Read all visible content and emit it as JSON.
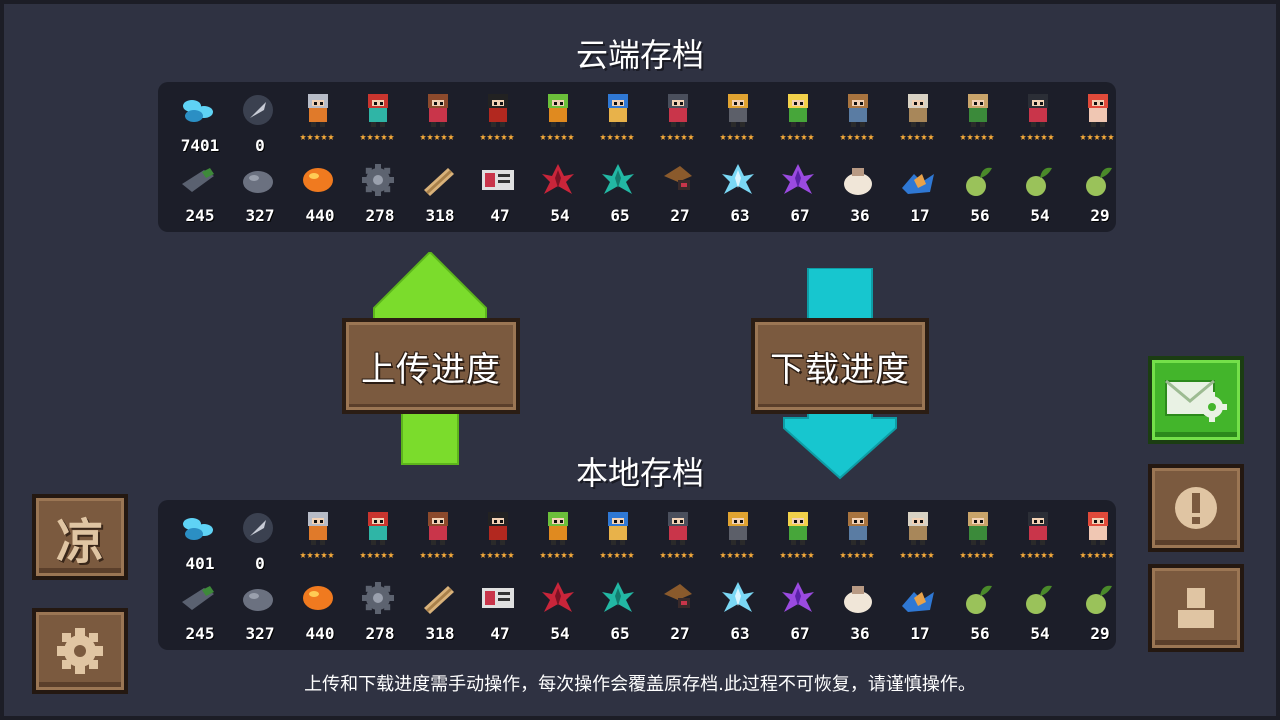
{
  "cloud_title": "云端存档",
  "local_title": "本地存档",
  "upload_label": "上传进度",
  "download_label": "下载进度",
  "footer_note": "上传和下载进度需手动操作，每次操作会覆盖原存档.此过程不可恢复，请谨慎操作。",
  "side_buttons": {
    "season_label": "凉",
    "settings_icon": "gear-icon",
    "mail_icon": "mail-gear-icon",
    "alert_icon": "exclamation-icon",
    "account_icon": "person-icon"
  },
  "colors": {
    "background": "#2f3242",
    "panel": "#1c1e29",
    "upload_arrow": "#7bdc2c",
    "download_arrow": "#17c6cf",
    "wood": "#7b5a3f",
    "green_button": "#43b52b",
    "star": "#f3a93a"
  },
  "cloud": {
    "top_row": [
      {
        "icon": "gem-icon",
        "value": "7401"
      },
      {
        "icon": "feather-coin-icon",
        "value": "0"
      },
      {
        "icon": "knight-icon",
        "stars": 5
      },
      {
        "icon": "rogue-icon",
        "stars": 5
      },
      {
        "icon": "wizard-icon",
        "stars": 5
      },
      {
        "icon": "assassin-icon",
        "stars": 5
      },
      {
        "icon": "alchemist-icon",
        "stars": 5
      },
      {
        "icon": "engineer-icon",
        "stars": 5
      },
      {
        "icon": "vampire-icon",
        "stars": 5
      },
      {
        "icon": "paladin-icon",
        "stars": 5
      },
      {
        "icon": "elf-icon",
        "stars": 5
      },
      {
        "icon": "werewolf-icon",
        "stars": 5
      },
      {
        "icon": "priestess-icon",
        "stars": 5
      },
      {
        "icon": "druid-icon",
        "stars": 5
      },
      {
        "icon": "robot-icon",
        "stars": 5
      },
      {
        "icon": "berserker-icon",
        "stars": 5
      }
    ],
    "bottom_row": [
      {
        "icon": "battery-icon",
        "value": "245"
      },
      {
        "icon": "ore-icon",
        "value": "327"
      },
      {
        "icon": "amber-icon",
        "value": "440"
      },
      {
        "icon": "gear-part-icon",
        "value": "278"
      },
      {
        "icon": "wood-plank-icon",
        "value": "318"
      },
      {
        "icon": "chip-icon",
        "value": "47"
      },
      {
        "icon": "red-leaf-icon",
        "value": "54"
      },
      {
        "icon": "teal-leaf-icon",
        "value": "65"
      },
      {
        "icon": "mushroom-icon",
        "value": "27"
      },
      {
        "icon": "ice-crystal-icon",
        "value": "63"
      },
      {
        "icon": "purple-crystal-icon",
        "value": "67"
      },
      {
        "icon": "sack-icon",
        "value": "36"
      },
      {
        "icon": "flower-icon",
        "value": "17"
      },
      {
        "icon": "seed-icon",
        "value": "56"
      },
      {
        "icon": "seed-icon",
        "value": "54"
      },
      {
        "icon": "seed-icon",
        "value": "29"
      }
    ]
  },
  "local": {
    "top_row": [
      {
        "icon": "gem-icon",
        "value": "401"
      },
      {
        "icon": "feather-coin-icon",
        "value": "0"
      },
      {
        "icon": "knight-icon",
        "stars": 5
      },
      {
        "icon": "rogue-icon",
        "stars": 5
      },
      {
        "icon": "wizard-icon",
        "stars": 5
      },
      {
        "icon": "assassin-icon",
        "stars": 5
      },
      {
        "icon": "alchemist-icon",
        "stars": 5
      },
      {
        "icon": "engineer-icon",
        "stars": 5
      },
      {
        "icon": "vampire-icon",
        "stars": 5
      },
      {
        "icon": "paladin-icon",
        "stars": 5
      },
      {
        "icon": "elf-icon",
        "stars": 5
      },
      {
        "icon": "werewolf-icon",
        "stars": 5
      },
      {
        "icon": "priestess-icon",
        "stars": 5
      },
      {
        "icon": "druid-icon",
        "stars": 5
      },
      {
        "icon": "robot-icon",
        "stars": 5
      },
      {
        "icon": "berserker-icon",
        "stars": 5
      }
    ],
    "bottom_row": [
      {
        "icon": "battery-icon",
        "value": "245"
      },
      {
        "icon": "ore-icon",
        "value": "327"
      },
      {
        "icon": "amber-icon",
        "value": "440"
      },
      {
        "icon": "gear-part-icon",
        "value": "278"
      },
      {
        "icon": "wood-plank-icon",
        "value": "318"
      },
      {
        "icon": "chip-icon",
        "value": "47"
      },
      {
        "icon": "red-leaf-icon",
        "value": "54"
      },
      {
        "icon": "teal-leaf-icon",
        "value": "65"
      },
      {
        "icon": "mushroom-icon",
        "value": "27"
      },
      {
        "icon": "ice-crystal-icon",
        "value": "63"
      },
      {
        "icon": "purple-crystal-icon",
        "value": "67"
      },
      {
        "icon": "sack-icon",
        "value": "36"
      },
      {
        "icon": "flower-icon",
        "value": "17"
      },
      {
        "icon": "seed-icon",
        "value": "56"
      },
      {
        "icon": "seed-icon",
        "value": "54"
      },
      {
        "icon": "seed-icon",
        "value": "29"
      }
    ]
  }
}
